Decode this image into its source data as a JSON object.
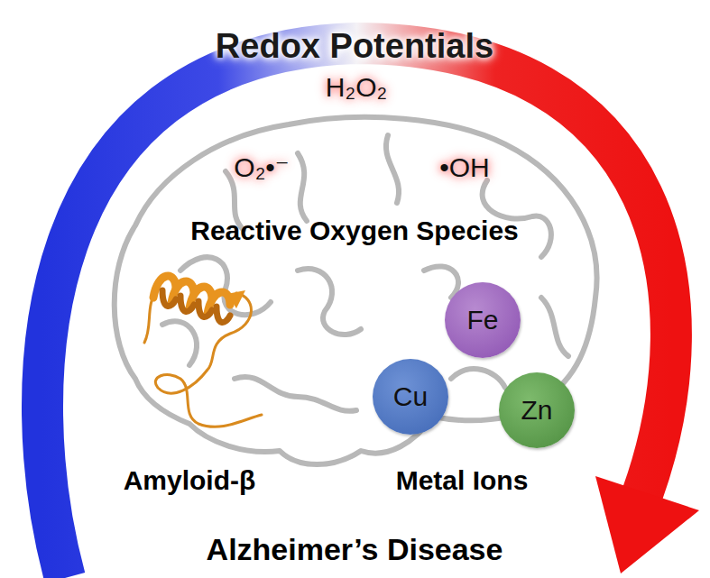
{
  "diagram": {
    "nodes": [
      {
        "text": [
          "Fe"
        ]
      },
      {
        "text": [
          "Cu"
        ]
      },
      {
        "text": [
          "Zn"
        ]
      }
    ],
    "labels": [
      "Redox Potentials",
      "H₂O₂",
      "O₂•⁻",
      "•OH",
      "Reactive Oxygen Species",
      "Amyloid-β",
      "Metal Ions",
      "Alzheimer’s Disease"
    ]
  }
}
